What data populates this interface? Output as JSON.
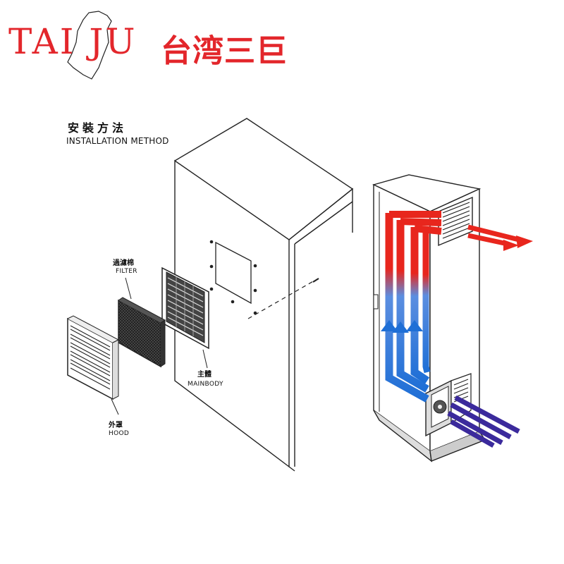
{
  "logo": {
    "brand_latin": "TAI JU",
    "brand_chinese": "台湾三巨",
    "brand_color": "#e3262b"
  },
  "installation": {
    "title_chinese": "安裝方法",
    "title_english": "INSTALLATION METHOD"
  },
  "parts": {
    "filter_chinese": "過濾棉",
    "filter_english": "FILTER",
    "mainbody_chinese": "主體",
    "mainbody_english": "MAINBODY",
    "hood_chinese": "外罩",
    "hood_english": "HOOD"
  },
  "airflow": {
    "hot_air_color": "#e8261d",
    "cool_air_color": "#1f6fd6",
    "intake_air_color": "#3b2a9c"
  }
}
